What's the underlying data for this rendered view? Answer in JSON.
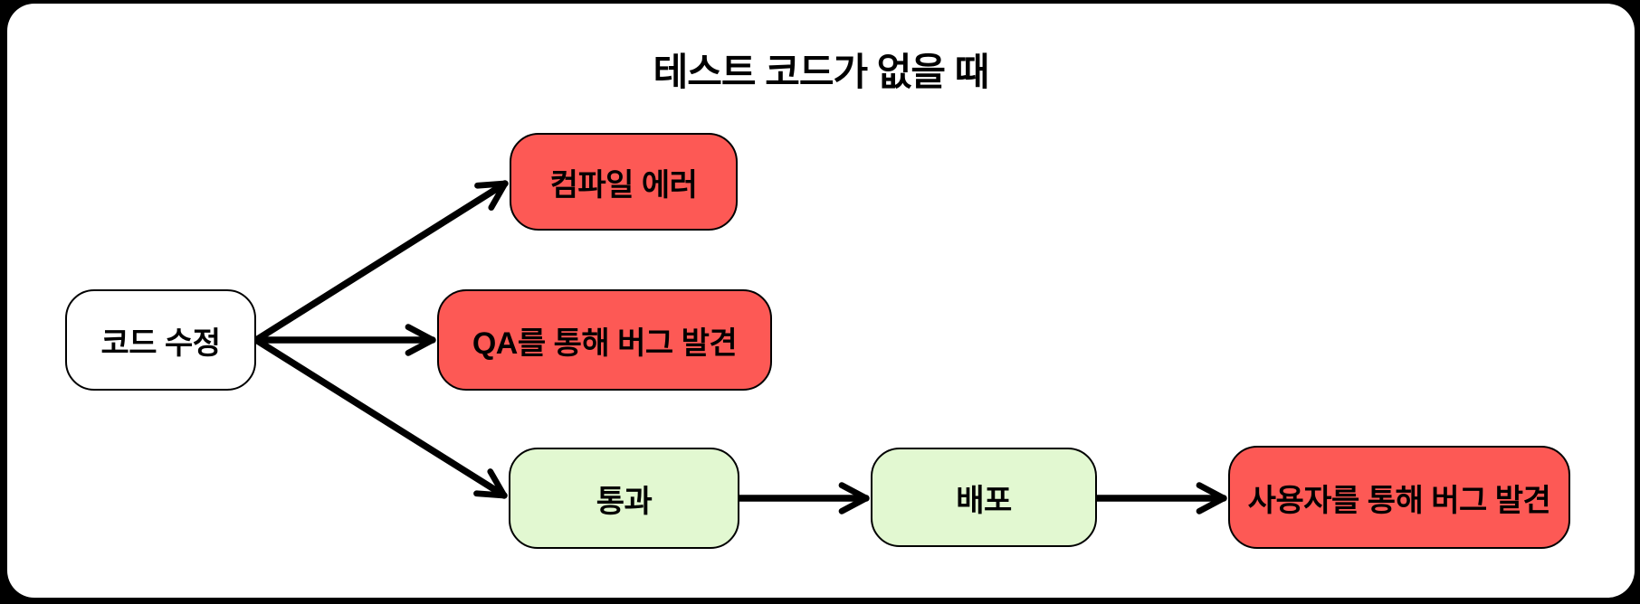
{
  "diagram": {
    "title": "테스트 코드가 없을 때",
    "type": "flowchart",
    "colors": {
      "page_background": "#000000",
      "canvas_background": "#ffffff",
      "node_border": "#000000",
      "arrow": "#000000",
      "fail_red": "#fd5955",
      "success_green": "#e2f8d1",
      "neutral_white": "#ffffff"
    },
    "nodes": [
      {
        "id": "code-edit",
        "label": "코드 수정",
        "status": "neutral"
      },
      {
        "id": "compile-error",
        "label": "컴파일 에러",
        "status": "fail"
      },
      {
        "id": "qa-bug",
        "label": "QA를 통해 버그 발견",
        "status": "fail"
      },
      {
        "id": "pass",
        "label": "통과",
        "status": "success"
      },
      {
        "id": "deploy",
        "label": "배포",
        "status": "success"
      },
      {
        "id": "user-bug",
        "label": "사용자를 통해 버그 발견",
        "status": "fail"
      }
    ],
    "edges": [
      {
        "from": "code-edit",
        "to": "compile-error"
      },
      {
        "from": "code-edit",
        "to": "qa-bug"
      },
      {
        "from": "code-edit",
        "to": "pass"
      },
      {
        "from": "pass",
        "to": "deploy"
      },
      {
        "from": "deploy",
        "to": "user-bug"
      }
    ]
  }
}
